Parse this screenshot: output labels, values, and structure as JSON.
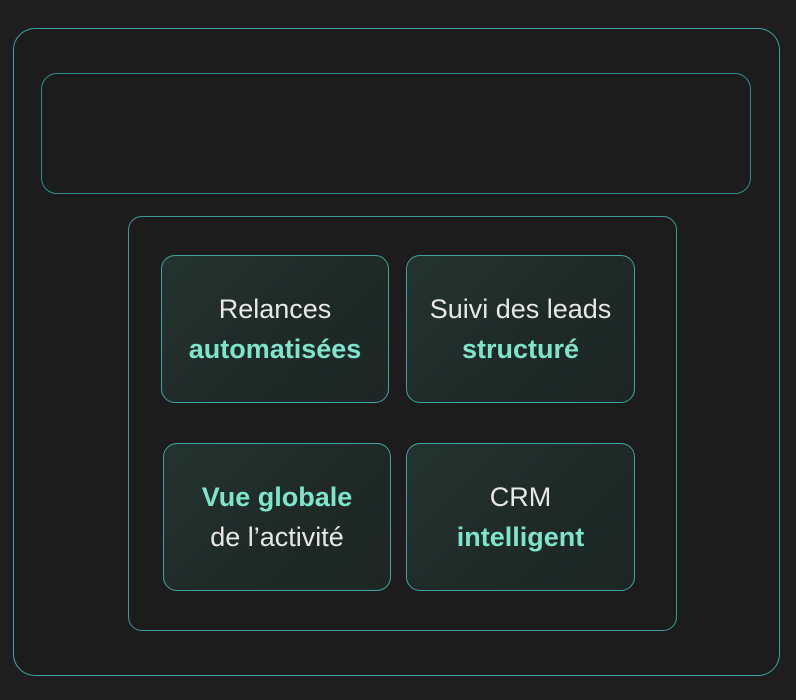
{
  "colors": {
    "background": "#1e1e1e",
    "frame_border": "#3aa7a3",
    "accent_text": "#7fe4cc",
    "regular_text": "#e8e8e8"
  },
  "cards": [
    {
      "line1": "Relances",
      "line2": "automatisées"
    },
    {
      "line1": "Suivi des leads",
      "line2": "structuré"
    },
    {
      "line1": "Vue globale",
      "line2": "de l’activité"
    },
    {
      "line1": "CRM",
      "line2": "intelligent"
    }
  ]
}
